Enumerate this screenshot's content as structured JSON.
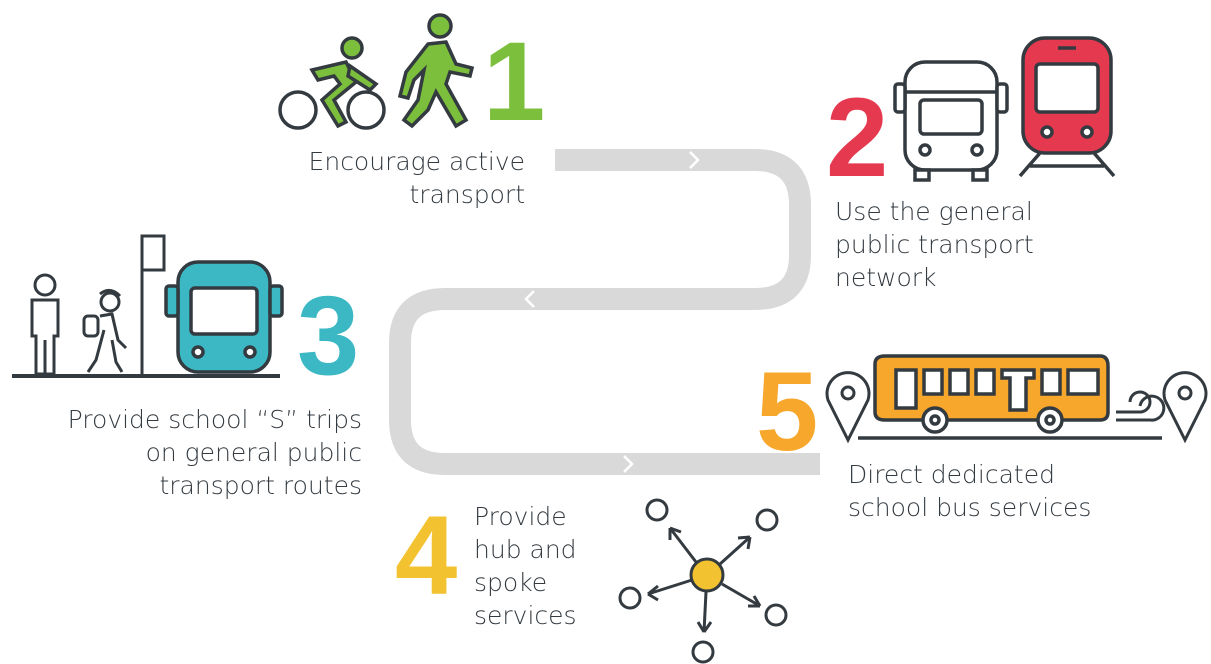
{
  "steps": [
    {
      "number": "1",
      "label_lines": [
        "Encourage active",
        "transport"
      ],
      "color": "#7cbf3c",
      "icons": [
        "cyclist-icon",
        "pedestrian-icon"
      ]
    },
    {
      "number": "2",
      "label_lines": [
        "Use the general",
        "public transport",
        "network"
      ],
      "color": "#e53950",
      "icons": [
        "bus-front-icon",
        "train-front-icon"
      ]
    },
    {
      "number": "3",
      "label_lines": [
        "Provide school “S” trips",
        "on general public",
        "transport routes"
      ],
      "color": "#3bb8c4",
      "icons": [
        "adult-icon",
        "schoolchild-icon",
        "bus-stop-icon",
        "bus-front-icon"
      ]
    },
    {
      "number": "4",
      "label_lines": [
        "Provide",
        "hub and",
        "spoke",
        "services"
      ],
      "color": "#f2c231",
      "icons": [
        "hub-and-spoke-icon"
      ]
    },
    {
      "number": "5",
      "label_lines": [
        "Direct dedicated",
        "school bus services"
      ],
      "color": "#f7a72b",
      "icons": [
        "location-pin-icon",
        "school-bus-icon",
        "location-pin-icon"
      ]
    }
  ],
  "road_color": "#d9d9d9",
  "line_color": "#333a40"
}
